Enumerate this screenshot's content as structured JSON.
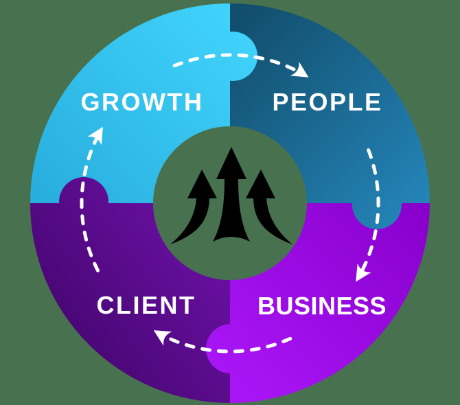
{
  "page": {
    "background_color": "#48714f"
  },
  "diagram": {
    "type": "circular-puzzle-cycle",
    "label_color": "#ffffff",
    "flow": {
      "direction": "clockwise",
      "style": "dashed",
      "color": "#ffffff"
    },
    "center_icon": {
      "name": "triple-up-arrows",
      "color": "#000000"
    },
    "segments": [
      {
        "label": "GROWTH",
        "position": "top-left",
        "color_from": "#28aedd",
        "color_to": "#40d2fb"
      },
      {
        "label": "PEOPLE",
        "position": "top-right",
        "color_from": "#124f6e",
        "color_to": "#2484b8"
      },
      {
        "label": "BUSINESS",
        "position": "bottom-right",
        "color_from": "#8800cc",
        "color_to": "#a815f5"
      },
      {
        "label": "CLIENT",
        "position": "bottom-left",
        "color_from": "#460671",
        "color_to": "#6d11a8"
      }
    ],
    "flow_arrows": [
      {
        "from": "GROWTH",
        "to": "PEOPLE"
      },
      {
        "from": "PEOPLE",
        "to": "BUSINESS"
      },
      {
        "from": "BUSINESS",
        "to": "CLIENT"
      },
      {
        "from": "CLIENT",
        "to": "GROWTH"
      }
    ]
  }
}
